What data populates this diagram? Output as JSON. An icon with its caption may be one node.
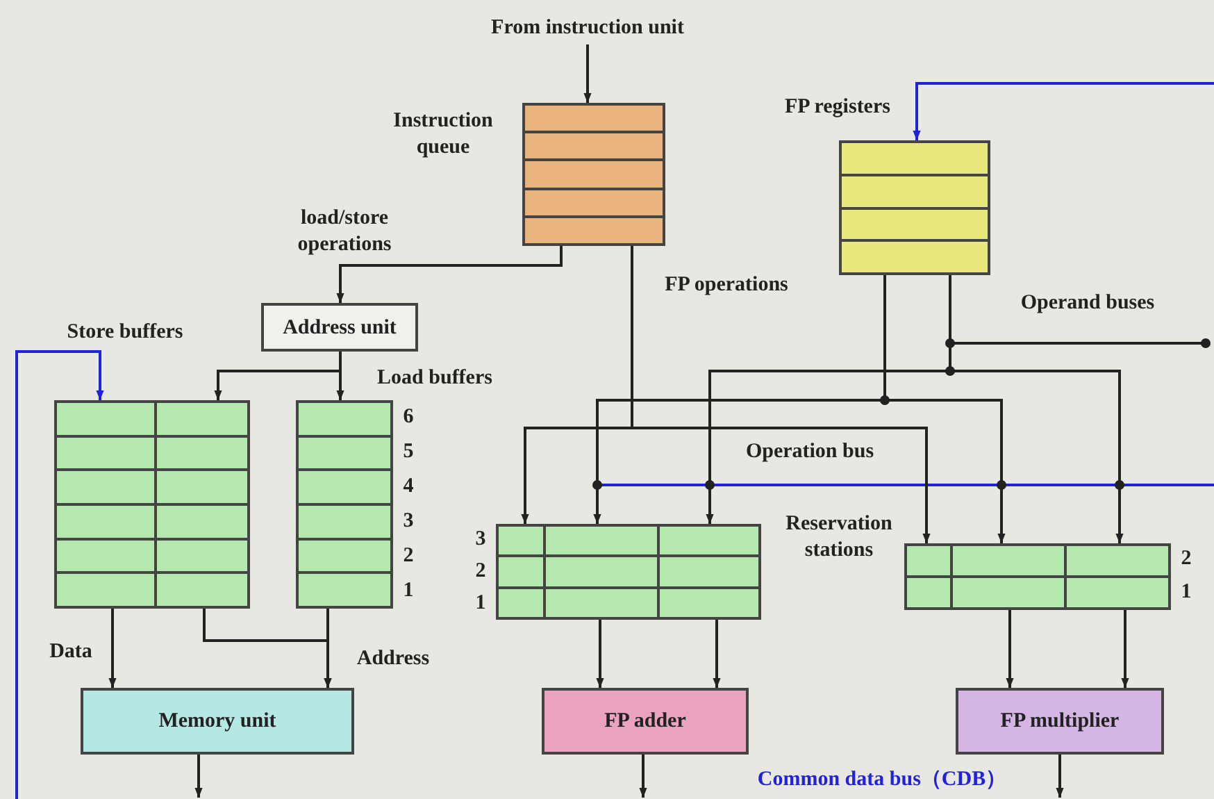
{
  "diagram": {
    "nodes": [
      {
        "text": [
          "From instruction unit"
        ]
      },
      {
        "text": [
          "Instruction queue"
        ]
      },
      {
        "text": [
          "FP registers"
        ]
      },
      {
        "text": [
          "Address unit"
        ]
      },
      {
        "text": [
          "Store buffers"
        ]
      },
      {
        "text": [
          "Load buffers"
        ],
        "beside": [
          "6",
          "5",
          "4",
          "3",
          "2",
          "1"
        ]
      },
      {
        "text": [],
        "shape": "box",
        "beside": [
          "3",
          "2",
          "1"
        ]
      },
      {
        "text": [],
        "shape": "box",
        "beside": [
          "2",
          "1"
        ]
      },
      {
        "text": [
          "Memory unit"
        ]
      },
      {
        "text": [
          "FP adder"
        ]
      },
      {
        "text": [
          "FP multiplier"
        ]
      }
    ],
    "edges": [
      {
        "from": 0,
        "to": 1,
        "arrow": "to"
      },
      {
        "from": 1,
        "to": 3,
        "arrow": "to",
        "label": "load/store operations"
      },
      {
        "from": 3,
        "to": 4,
        "arrow": "to"
      },
      {
        "from": 3,
        "to": 5,
        "arrow": "to"
      },
      {
        "from": 1,
        "to": 6,
        "arrow": "to",
        "label": "FP operations"
      },
      {
        "from": 1,
        "to": 7,
        "arrow": "to"
      },
      {
        "from": 2,
        "to": 6,
        "arrow": "to"
      },
      {
        "from": 2,
        "to": 7,
        "arrow": "to"
      },
      {
        "from": 2,
        "to": 6,
        "arrow": "to"
      },
      {
        "from": 2,
        "to": 7,
        "arrow": "to"
      },
      {
        "from": 2,
        "to": null,
        "arrow": "other"
      },
      {
        "from": 4,
        "to": 8,
        "arrow": "to",
        "label": "Data"
      },
      {
        "from": 5,
        "to": 8,
        "arrow": "to",
        "label": "Address"
      },
      {
        "from": 4,
        "to": 8,
        "arrow": "to"
      },
      {
        "from": 6,
        "to": 9,
        "arrow": "to"
      },
      {
        "from": 6,
        "to": 9,
        "arrow": "to"
      },
      {
        "from": 7,
        "to": 10,
        "arrow": "to"
      },
      {
        "from": 7,
        "to": 10,
        "arrow": "to"
      },
      {
        "from": 8,
        "to": null,
        "arrow": "to"
      },
      {
        "from": 9,
        "to": null,
        "arrow": "to"
      },
      {
        "from": 10,
        "to": null,
        "arrow": "to"
      },
      {
        "from": null,
        "to": 2,
        "arrow": "to",
        "color": "#2222dd"
      },
      {
        "from": null,
        "to": 4,
        "arrow": "to",
        "color": "#2222dd"
      },
      {
        "from": null,
        "to": 6,
        "arrow": "none",
        "color": "#2222dd"
      },
      {
        "from": null,
        "to": 7,
        "arrow": "none",
        "color": "#2222dd"
      }
    ],
    "labels": [
      "Operand buses",
      "Operation bus",
      "Reservation stations",
      "Common data bus（CDB）"
    ]
  }
}
